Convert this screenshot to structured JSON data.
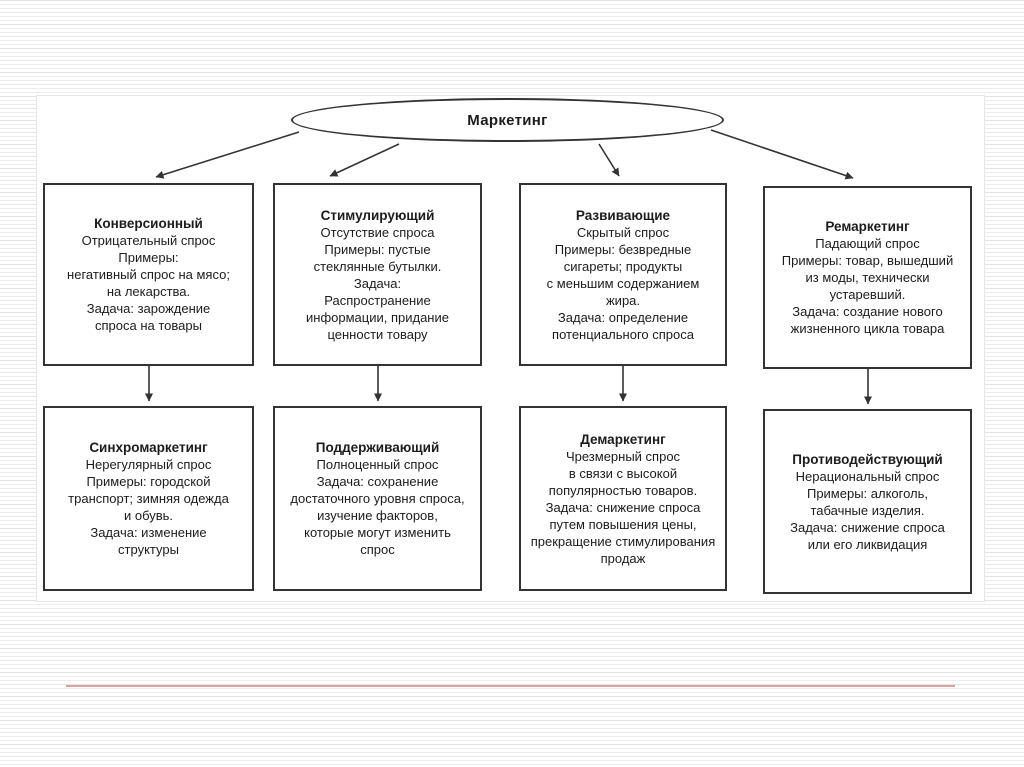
{
  "colors": {
    "line": "#333333",
    "accent": "#d6a2a2",
    "stripe": "#ececec",
    "ink": "#1c1c1c"
  },
  "diagram": {
    "root_label": "Маркетинг",
    "top": [
      {
        "title": "Конверсионный",
        "body": "Отрицательный спрос\nПримеры:\nнегативный спрос на мясо;\nна лекарства.\nЗадача: зарождение\nспроса на товары"
      },
      {
        "title": "Стимулирующий",
        "body": "Отсутствие спроса\nПримеры: пустые\nстеклянные бутылки.\nЗадача:\nРаспространение\nинформации, придание\nценности товару"
      },
      {
        "title": "Развивающие",
        "body": "Скрытый спрос\nПримеры: безвредные\nсигареты; продукты\nс меньшим содержанием\nжира.\nЗадача: определение\nпотенциального спроса"
      },
      {
        "title": "Ремаркетинг",
        "body": "Падающий спрос\nПримеры: товар, вышедший\nиз моды, технически\nустаревший.\nЗадача: создание нового\nжизненного цикла товара"
      }
    ],
    "bottom": [
      {
        "title": "Синхромаркетинг",
        "body": "Нерегулярный спрос\nПримеры: городской\nтранспорт; зимняя одежда\nи обувь.\nЗадача: изменение\nструктуры"
      },
      {
        "title": "Поддерживающий",
        "body": "Полноценный спрос\nЗадача: сохранение\nдостаточного уровня спроса,\nизучение факторов,\nкоторые могут изменить\nспрос"
      },
      {
        "title": "Демаркетинг",
        "body": "Чрезмерный спрос\nв связи с высокой\nпопулярностью товаров.\nЗадача: снижение спроса\nпутем повышения цены,\nпрекращение стимулирования\nпродаж"
      },
      {
        "title": "Противодействующий",
        "body": "Нерациональный спрос\nПримеры: алкоголь,\nтабачные изделия.\nЗадача: снижение спроса\nили его ликвидация"
      }
    ]
  }
}
